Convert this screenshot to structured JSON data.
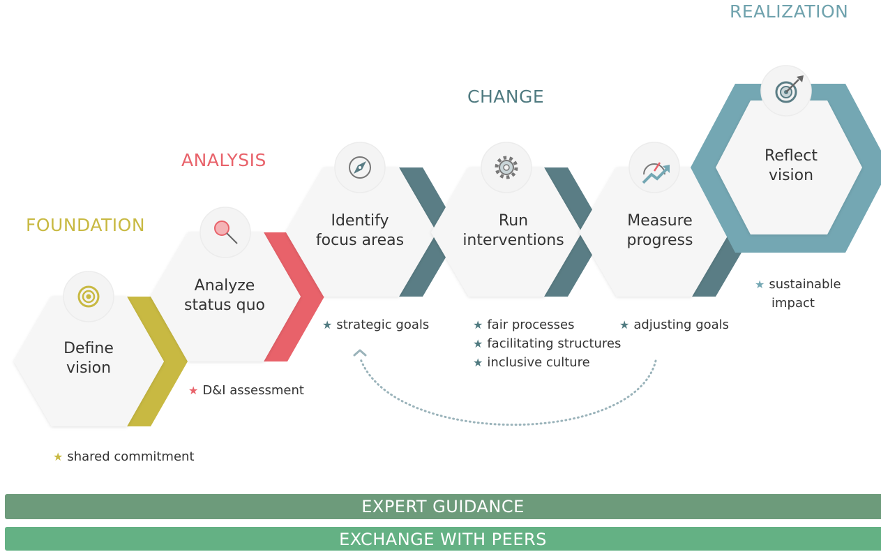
{
  "phases": {
    "foundation": "FOUNDATION",
    "analysis": "ANALYSIS",
    "change": "CHANGE",
    "realization": "REALIZATION"
  },
  "steps": [
    {
      "title": "Define\nvision",
      "icon": "target-icon",
      "color": "#c8b942",
      "notes": [
        "shared commitment"
      ]
    },
    {
      "title": "Analyze\nstatus quo",
      "icon": "magnifier-icon",
      "color": "#e8626a",
      "notes": [
        "D&I assessment"
      ]
    },
    {
      "title": "Identify\nfocus areas",
      "icon": "compass-icon",
      "color": "#5a7d85",
      "notes": [
        "strategic goals"
      ]
    },
    {
      "title": "Run\ninterventions",
      "icon": "gear-icon",
      "color": "#5a7d85",
      "notes": [
        "fair processes",
        "facilitating structures",
        "inclusive culture"
      ]
    },
    {
      "title": "Measure\nprogress",
      "icon": "gauge-trend-icon",
      "color": "#5a7d85",
      "notes": [
        "adjusting goals"
      ]
    },
    {
      "title": "Reflect\nvision",
      "icon": "target-arrow-icon",
      "color": "#74a7b3",
      "notes": [
        "sustainable",
        "impact"
      ]
    }
  ],
  "bars": {
    "expert": "EXPERT GUIDANCE",
    "peers": "EXCHANGE WITH PEERS"
  },
  "colors": {
    "foundation": "#c8b942",
    "analysis": "#e8626a",
    "change": "#4f7a80",
    "realization": "#6fa2ad",
    "bar_expert": "#6d9b7b",
    "bar_peers": "#64b184",
    "hex_fill": "#f6f6f6"
  }
}
